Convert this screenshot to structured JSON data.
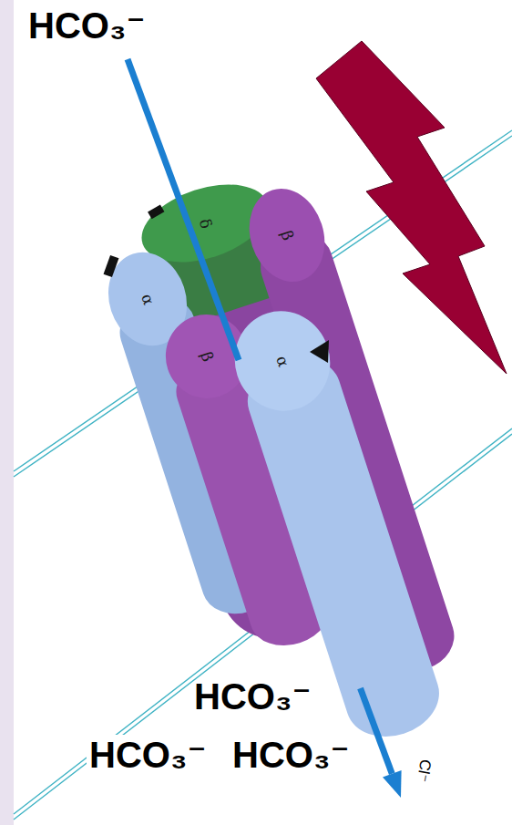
{
  "diagram": {
    "nodes": [
      {
        "text": [
          "δ"
        ]
      },
      {
        "text": [
          "β"
        ]
      },
      {
        "text": [
          "α"
        ]
      },
      {
        "text": [
          "β"
        ]
      },
      {
        "text": [
          "α"
        ]
      }
    ],
    "labels": [
      "HCO₃⁻",
      "HCO₃⁻",
      "HCO₃⁻",
      "HCO₃⁻",
      "Cl⁻"
    ]
  }
}
